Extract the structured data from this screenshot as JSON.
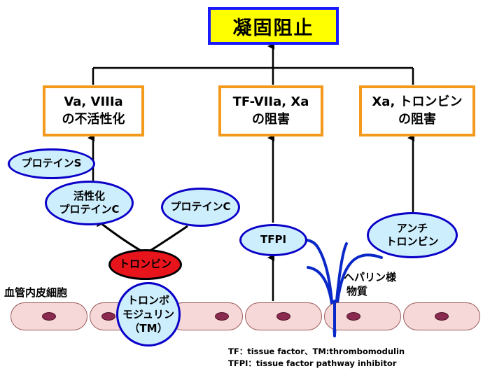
{
  "title": "凝固阻止",
  "targets": [
    {
      "line1": "Va, VIIIa",
      "line2": "の不活性化"
    },
    {
      "line1": "TF-VIIa, Xa",
      "line2": "の阻害"
    },
    {
      "line1": "Xa, トロンビン",
      "line2": "の阻害"
    }
  ],
  "ellipses": {
    "protein_s": "プロテインS",
    "activated_pc_line1": "活性化",
    "activated_pc_line2": "プロテインC",
    "protein_c": "プロテインC",
    "thrombin": "トロンビン",
    "tm_line1": "トロンボ",
    "tm_line2": "モジュリン",
    "tm_line3": "（TM）",
    "tfpi": "TFPI",
    "antithrombin_line1": "アンチ",
    "antithrombin_line2": "トロンビン"
  },
  "labels": {
    "endothelium": "血管内皮細胞",
    "heparin_line1": "ヘパリン様",
    "heparin_line2": "物質"
  },
  "footnotes": {
    "line1": "TF：tissue factor、TM:thrombomodulin",
    "line2": "TFPI：tissue factor pathway inhibitor"
  },
  "colors": {
    "title_fill": "#ffff00",
    "title_border": "#1a1aff",
    "box_border": "#f39a1c",
    "ellipse_fill": "#cdeefc",
    "ellipse_border": "#0a00c8",
    "thrombin_fill": "#e8141c",
    "cell_fill": "#f7d8d8",
    "nucleus": "#8a2a4e",
    "heparin_stroke": "#0a28c8"
  }
}
